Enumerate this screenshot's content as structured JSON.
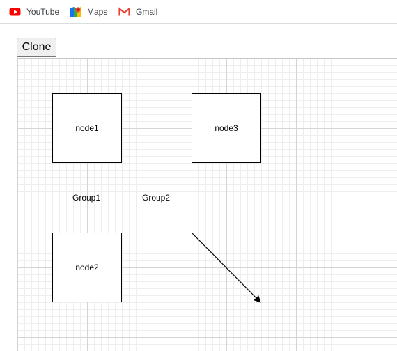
{
  "bookmarks": [
    {
      "label": "YouTube",
      "icon": "youtube-icon"
    },
    {
      "label": "Maps",
      "icon": "maps-icon"
    },
    {
      "label": "Gmail",
      "icon": "gmail-icon"
    }
  ],
  "toolbar": {
    "clone_label": "Clone"
  },
  "diagram": {
    "nodes": [
      {
        "id": "node1",
        "label": "node1"
      },
      {
        "id": "node3",
        "label": "node3"
      },
      {
        "id": "node2",
        "label": "node2"
      }
    ],
    "groups": [
      {
        "label": "Group1"
      },
      {
        "label": "Group2"
      }
    ],
    "edge_color": "#000000"
  },
  "colors": {
    "youtube_red": "#ff0000",
    "gmail_red": "#ea4335",
    "grid_major": "#d4d4d4",
    "grid_minor": "#eeeeee"
  }
}
